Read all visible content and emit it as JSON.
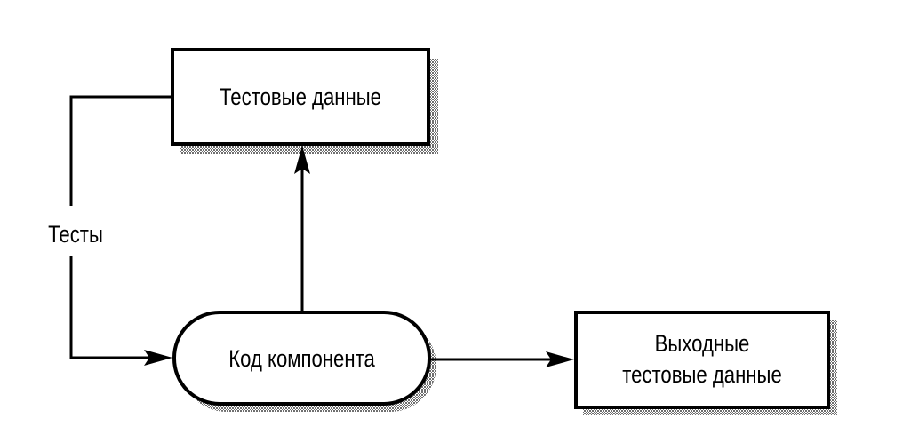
{
  "diagram": {
    "nodes": [
      {
        "id": "test-data",
        "shape": "rectangle",
        "label": "Тестовые данные"
      },
      {
        "id": "component-code",
        "shape": "pill",
        "label": "Код компонента"
      },
      {
        "id": "output-test-data",
        "shape": "rectangle",
        "label_lines": [
          "Выходные",
          "тестовые данные"
        ]
      }
    ],
    "edges": [
      {
        "from": "test-data",
        "to": "component-code",
        "label": "Тесты"
      },
      {
        "from": "component-code",
        "to": "test-data",
        "label": ""
      },
      {
        "from": "component-code",
        "to": "output-test-data",
        "label": ""
      }
    ],
    "colors": {
      "stroke": "#000000",
      "shadow": "#8a8a8a",
      "background": "#ffffff"
    }
  }
}
